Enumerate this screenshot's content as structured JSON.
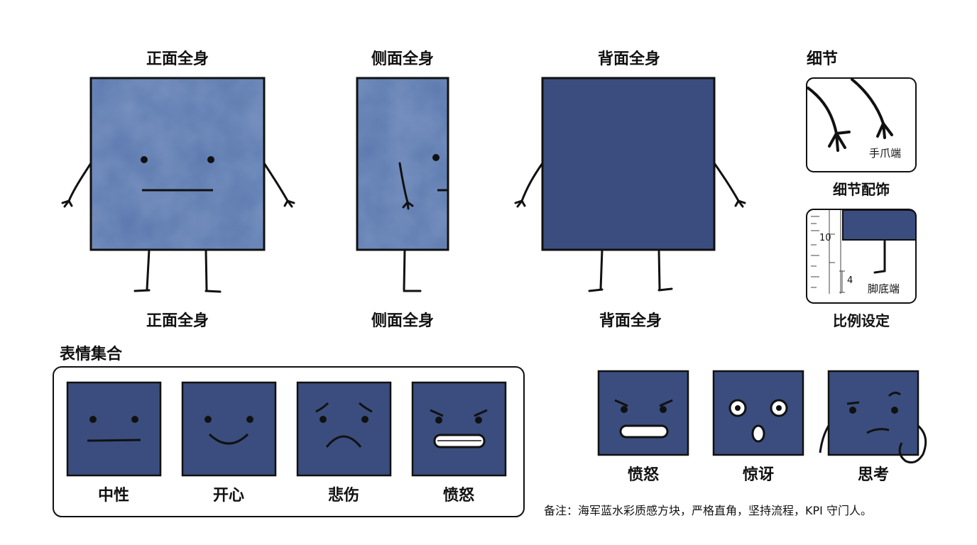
{
  "colors": {
    "navy": "#3a4d7e",
    "navy_watercolor": "#5a77ad",
    "ink": "#111111"
  },
  "views": {
    "front": {
      "title": "正面全身",
      "caption": "正面全身"
    },
    "side": {
      "title": "侧面全身",
      "caption": "侧面全身"
    },
    "back": {
      "title": "背面全身",
      "caption": "背面全身"
    }
  },
  "details": {
    "title": "细节",
    "accessory_caption": "细节配饰",
    "claw_label": "手爪端",
    "scale_caption": "比例设定",
    "foot_label": "脚底端",
    "ruler_major": "10",
    "ruler_minor": "4"
  },
  "expressions": {
    "title": "表情集合",
    "items": [
      {
        "label": "中性",
        "icon": "neutral-face-icon"
      },
      {
        "label": "开心",
        "icon": "happy-face-icon"
      },
      {
        "label": "悲伤",
        "icon": "sad-face-icon"
      },
      {
        "label": "愤怒",
        "icon": "angry-face-icon"
      }
    ],
    "extra": [
      {
        "label": "愤怒",
        "icon": "angry-face-icon"
      },
      {
        "label": "惊讶",
        "icon": "surprised-face-icon"
      },
      {
        "label": "思考",
        "icon": "thinking-face-icon"
      }
    ]
  },
  "note": "备注：海军蓝水彩质感方块，严格直角，坚持流程，KPI 守门人。"
}
